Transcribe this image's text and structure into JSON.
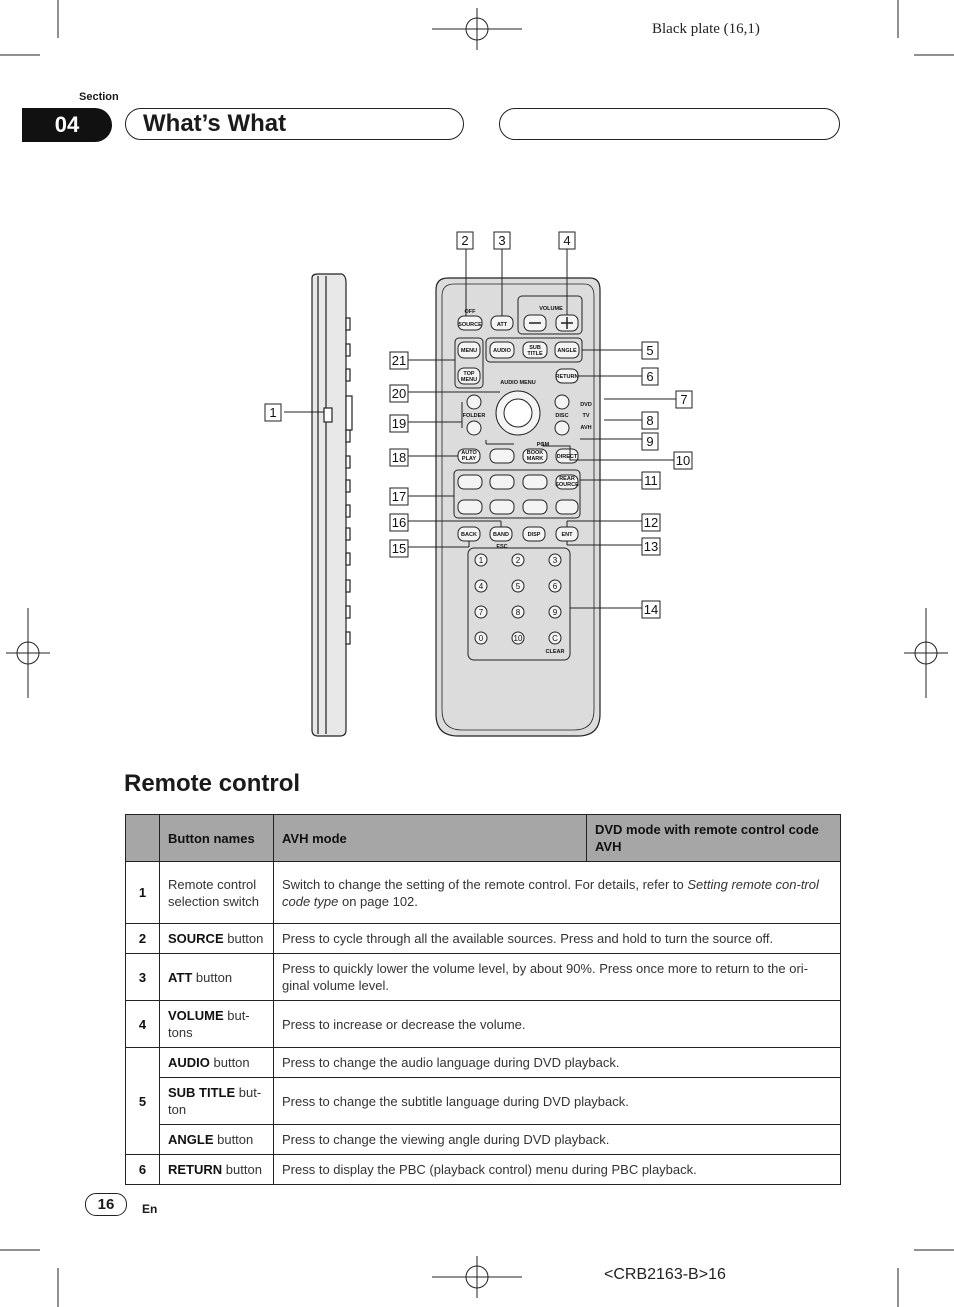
{
  "header": {
    "plate": "Black plate (16,1)",
    "section_label": "Section",
    "section_number": "04",
    "section_title": "What’s What"
  },
  "figure": {
    "callouts": [
      "1",
      "2",
      "3",
      "4",
      "5",
      "6",
      "7",
      "8",
      "9",
      "10",
      "11",
      "12",
      "13",
      "14",
      "15",
      "16",
      "17",
      "18",
      "19",
      "20",
      "21"
    ],
    "remote_text": {
      "off": "OFF",
      "source": "SOURCE",
      "att": "ATT",
      "volume": "VOLUME",
      "menu": "MENU",
      "top": "TOP",
      "menu2": "MENU",
      "audio": "AUDIO",
      "sub": "SUB",
      "title": "TITLE",
      "angle": "ANGLE",
      "return": "RETURN",
      "audio_menu": "AUDIO MENU",
      "folder": "FOLDER",
      "disc": "DISC",
      "dvd": "DVD",
      "tv": "TV",
      "avh": "AVH",
      "pgm": "PGM",
      "auto": "AUTO",
      "play": "PLAY",
      "book": "BOOK",
      "mark": "MARK",
      "direct": "DIRECT",
      "rear": "REAR",
      "source2": "SOURCE",
      "back": "BACK",
      "band": "BAND",
      "disp": "DISP",
      "ent": "ENT",
      "esc": "ESC",
      "clear": "CLEAR",
      "keys": [
        "1",
        "2",
        "3",
        "4",
        "5",
        "6",
        "7",
        "8",
        "9",
        "0",
        "10",
        "C"
      ]
    }
  },
  "heading": "Remote control",
  "table": {
    "headers": [
      "Button names",
      "AVH mode",
      "DVD mode with remote control code AVH"
    ],
    "rows": [
      {
        "num": "1",
        "name_bold": "",
        "name_rest": "Remote control selection switch",
        "pre": "Switch to change the setting of the remote control. For details, refer to ",
        "italic": "Setting remote con-trol code type",
        "post": " on page 102."
      },
      {
        "num": "2",
        "name_bold": "SOURCE",
        "name_rest": " button",
        "desc": "Press to cycle through all the available sources. Press and hold to turn the source off."
      },
      {
        "num": "3",
        "name_bold": "ATT",
        "name_rest": " button",
        "desc": "Press to quickly lower the volume level, by about 90%. Press once more to return to the ori-ginal volume level."
      },
      {
        "num": "4",
        "name_bold": "VOLUME",
        "name_rest": " but-tons",
        "desc": "Press to increase or decrease the volume."
      },
      {
        "num": "5",
        "name_bold": "AUDIO",
        "name_rest": " button",
        "desc": "Press to change the audio language during DVD playback."
      },
      {
        "num": "",
        "name_bold": "SUB TITLE",
        "name_rest": " but-ton",
        "desc": "Press to change the subtitle language during DVD playback."
      },
      {
        "num": "",
        "name_bold": "ANGLE",
        "name_rest": " button",
        "desc": "Press to change the viewing angle during DVD playback."
      },
      {
        "num": "6",
        "name_bold": "RETURN",
        "name_rest": " button",
        "desc": "Press to display the PBC (playback control) menu during PBC playback."
      }
    ]
  },
  "footer": {
    "page": "16",
    "lang": "En",
    "code": "<CRB2163-B>16"
  }
}
